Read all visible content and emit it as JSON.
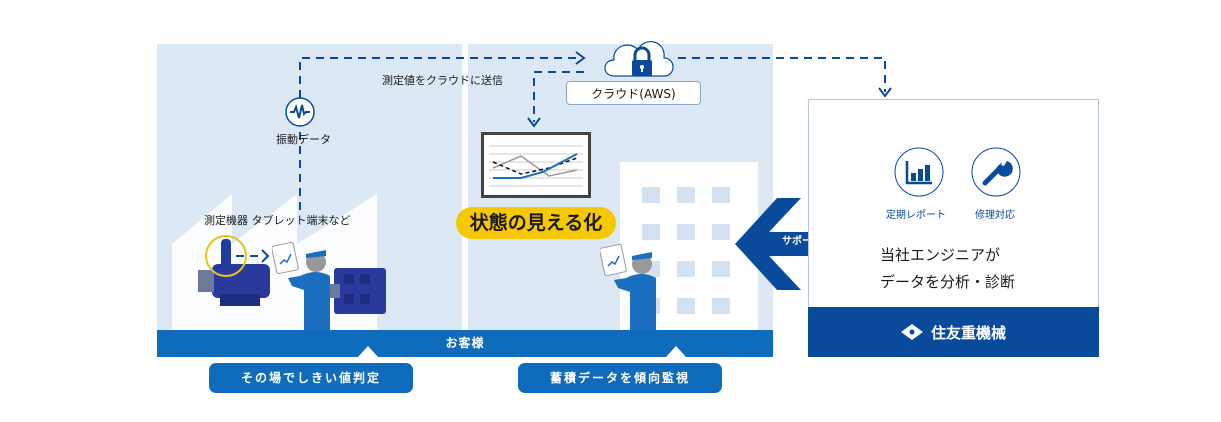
{
  "diagram": {
    "flow_labels": {
      "send_to_cloud": "測定値をクラウドに送信",
      "vibration_data": "振動データ",
      "devices": "測定機器  タブレット端末など"
    },
    "cloud": {
      "label": "クラウド(AWS)",
      "icon": "cloud-lock-icon"
    },
    "visualization_badge": "状態の見える化",
    "customer_band": "お客様",
    "callouts": [
      {
        "label": "その場でしきい値判定"
      },
      {
        "label": "蓄積データを傾向監視"
      }
    ],
    "support_arrow": "サポート",
    "service_provider": {
      "icons": [
        {
          "icon": "bar-chart-icon",
          "label": "定期レポート"
        },
        {
          "icon": "wrench-icon",
          "label": "修理対応"
        }
      ],
      "description_line1": "当社エンジニアが",
      "description_line2": "データを分析・診断",
      "brand": "住友重機械"
    },
    "colors": {
      "primary_blue": "#0f6cbd",
      "dark_blue": "#0a4a9a",
      "panel_bg": "#dde8f5",
      "highlight_yellow": "#f6c800"
    }
  }
}
